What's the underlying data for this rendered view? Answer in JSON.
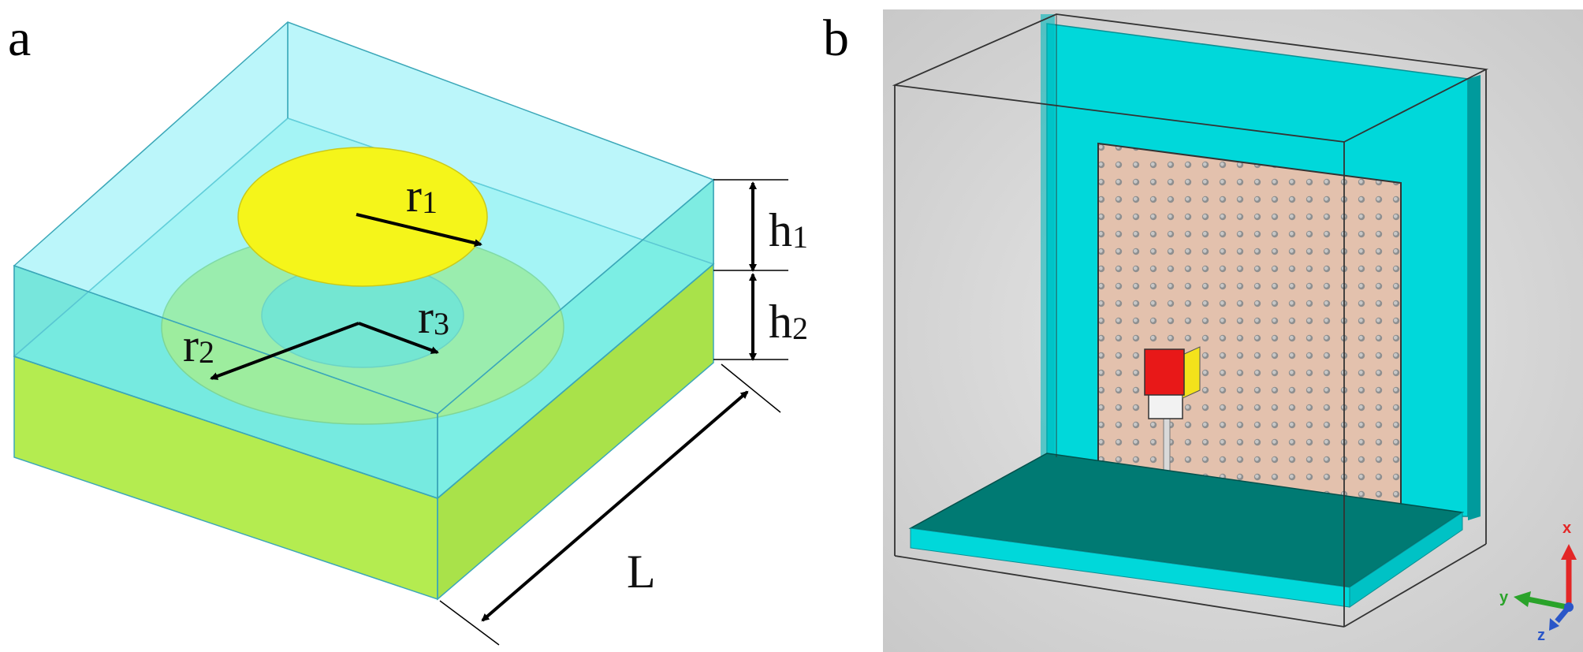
{
  "panel_a": {
    "letter": "a",
    "labels": {
      "r1": {
        "main": "r",
        "sub": "1"
      },
      "r2": {
        "main": "r",
        "sub": "2"
      },
      "r3": {
        "main": "r",
        "sub": "3"
      },
      "h1": {
        "main": "h",
        "sub": "1"
      },
      "h2": {
        "main": "h",
        "sub": "2"
      },
      "L": "L"
    },
    "colors": {
      "box_upper": "#7ff0f4",
      "box_lower": "#5ee6d8",
      "disk_r1": "#f5f51a",
      "disk_r2": "#b6ec58",
      "disk_r3": "#62dca6",
      "ground": "#b4ec50",
      "edge": "#3ba7b8",
      "arrow": "#000000"
    }
  },
  "panel_b": {
    "letter": "b",
    "axes": {
      "x": "x",
      "y": "y",
      "z": "z"
    },
    "colors": {
      "background": "#d8d8d8",
      "substrate": "#00dbdd",
      "ground_plate": "#007a73",
      "metasurface": "#e3c1ad",
      "feed_patch": "#e81818",
      "feed_side": "#f3e21b",
      "axis_x": "#e32626",
      "axis_y": "#2aa32a",
      "axis_z": "#2a56c8"
    }
  }
}
